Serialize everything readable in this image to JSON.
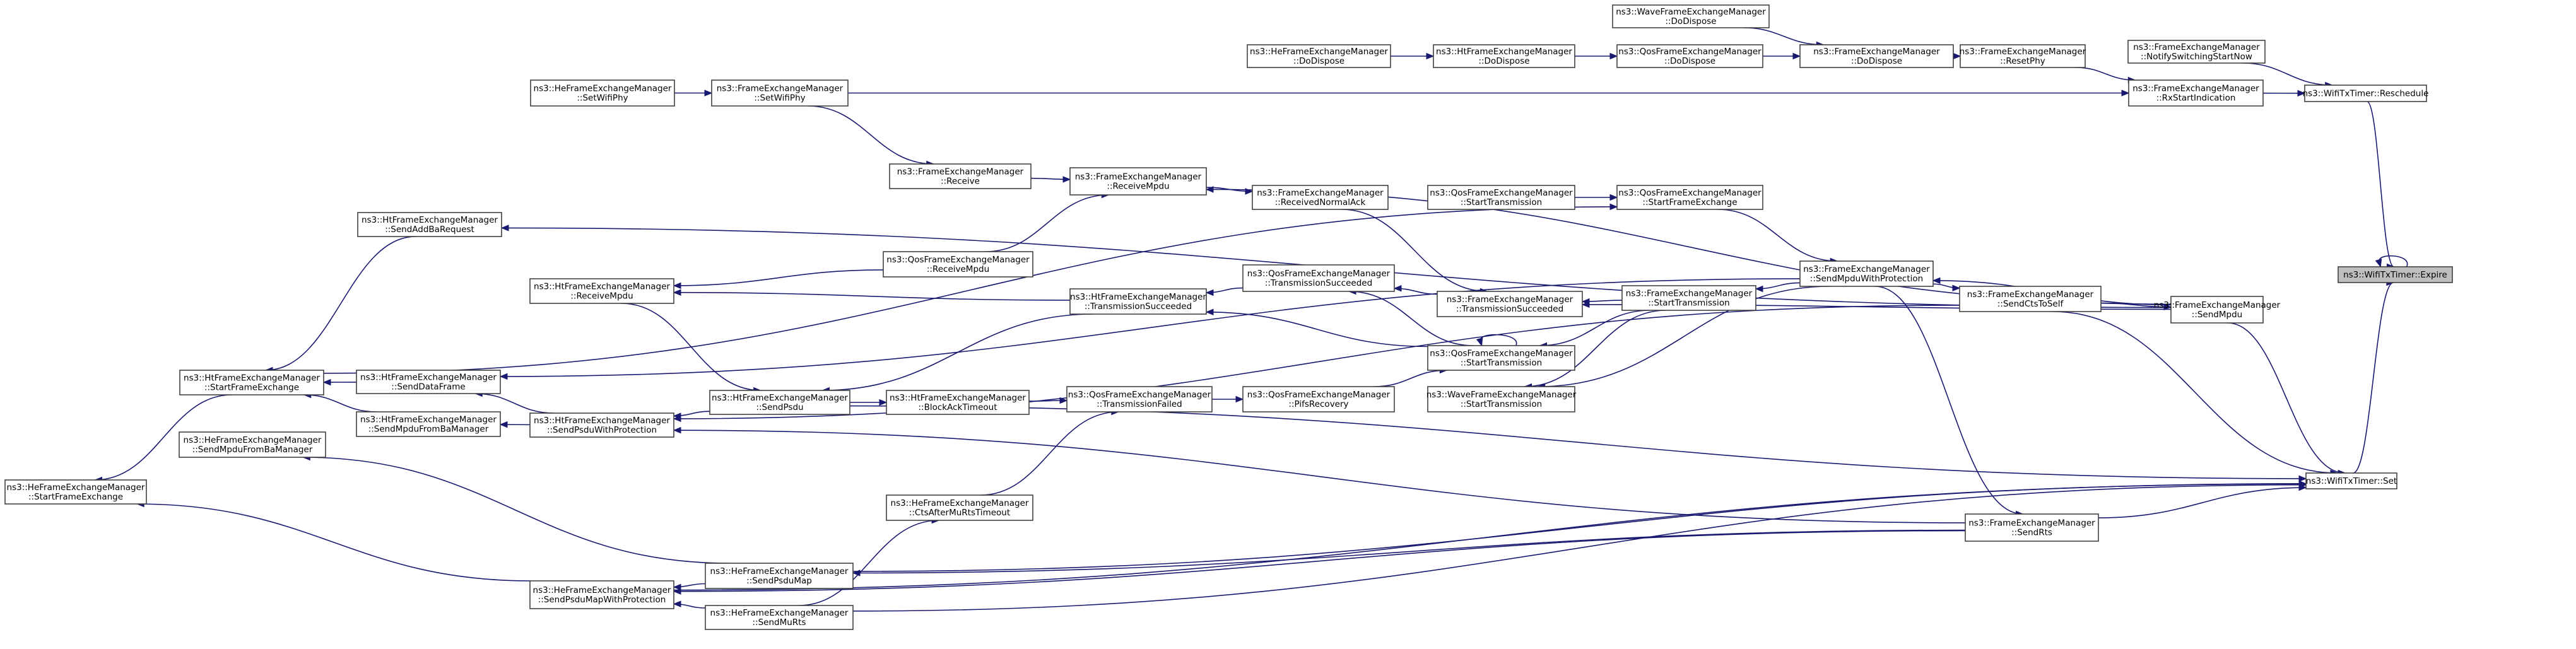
{
  "diagram": {
    "edge_color": "#191970",
    "focus_fill": "#bfbfbf",
    "nodes": [
      {
        "id": "expire",
        "lines": [
          "ns3::WifiTxTimer::Expire"
        ],
        "focus": true
      },
      {
        "id": "reschedule",
        "lines": [
          "ns3::WifiTxTimer::Reschedule"
        ]
      },
      {
        "id": "set",
        "lines": [
          "ns3::WifiTxTimer::Set"
        ]
      },
      {
        "id": "notifySwitching",
        "lines": [
          "ns3::FrameExchangeManager",
          "::NotifySwitchingStartNow"
        ]
      },
      {
        "id": "rxStart",
        "lines": [
          "ns3::FrameExchangeManager",
          "::RxStartIndication"
        ]
      },
      {
        "id": "fem_sendMpdu",
        "lines": [
          "ns3::FrameExchangeManager",
          "::SendMpdu"
        ]
      },
      {
        "id": "fem_resetPhy",
        "lines": [
          "ns3::FrameExchangeManager",
          "::ResetPhy"
        ]
      },
      {
        "id": "fem_doDispose",
        "lines": [
          "ns3::FrameExchangeManager",
          "::DoDispose"
        ]
      },
      {
        "id": "wave_doDispose",
        "lines": [
          "ns3::WaveFrameExchangeManager",
          "::DoDispose"
        ]
      },
      {
        "id": "qos_doDispose",
        "lines": [
          "ns3::QosFrameExchangeManager",
          "::DoDispose"
        ]
      },
      {
        "id": "ht_doDispose",
        "lines": [
          "ns3::HtFrameExchangeManager",
          "::DoDispose"
        ]
      },
      {
        "id": "he_doDispose",
        "lines": [
          "ns3::HeFrameExchangeManager",
          "::DoDispose"
        ]
      },
      {
        "id": "fem_setWifiPhy",
        "lines": [
          "ns3::FrameExchangeManager",
          "::SetWifiPhy"
        ]
      },
      {
        "id": "he_setWifiPhy",
        "lines": [
          "ns3::HeFrameExchangeManager",
          "::SetWifiPhy"
        ]
      },
      {
        "id": "fem_receive",
        "lines": [
          "ns3::FrameExchangeManager",
          "::Receive"
        ]
      },
      {
        "id": "fem_receiveMpdu",
        "lines": [
          "ns3::FrameExchangeManager",
          "::ReceiveMpdu"
        ]
      },
      {
        "id": "fem_receivedNormalAck",
        "lines": [
          "ns3::FrameExchangeManager",
          "::ReceivedNormalAck"
        ]
      },
      {
        "id": "qos_startTx_a",
        "lines": [
          "ns3::QosFrameExchangeManager",
          "::StartTransmission"
        ]
      },
      {
        "id": "qos_startFrameExchange",
        "lines": [
          "ns3::QosFrameExchangeManager",
          "::StartFrameExchange"
        ]
      },
      {
        "id": "fem_sendMpduWithProtection",
        "lines": [
          "ns3::FrameExchangeManager",
          "::SendMpduWithProtection"
        ]
      },
      {
        "id": "fem_sendCtsToSelf",
        "lines": [
          "ns3::FrameExchangeManager",
          "::SendCtsToSelf"
        ]
      },
      {
        "id": "fem_sendRts",
        "lines": [
          "ns3::FrameExchangeManager",
          "::SendRts"
        ]
      },
      {
        "id": "fem_txSucceeded",
        "lines": [
          "ns3::FrameExchangeManager",
          "::TransmissionSucceeded"
        ]
      },
      {
        "id": "fem_startTx",
        "lines": [
          "ns3::FrameExchangeManager",
          "::StartTransmission"
        ]
      },
      {
        "id": "qos_txSucceeded",
        "lines": [
          "ns3::QosFrameExchangeManager",
          "::TransmissionSucceeded"
        ]
      },
      {
        "id": "qos_startTx_b",
        "lines": [
          "ns3::QosFrameExchangeManager",
          "::StartTransmission"
        ]
      },
      {
        "id": "qos_pifsRecovery",
        "lines": [
          "ns3::QosFrameExchangeManager",
          "::PifsRecovery"
        ]
      },
      {
        "id": "wave_startTx",
        "lines": [
          "ns3::WaveFrameExchangeManager",
          "::StartTransmission"
        ]
      },
      {
        "id": "qos_receiveMpdu",
        "lines": [
          "ns3::QosFrameExchangeManager",
          "::ReceiveMpdu"
        ]
      },
      {
        "id": "ht_txSucceeded",
        "lines": [
          "ns3::HtFrameExchangeManager",
          "::TransmissionSucceeded"
        ]
      },
      {
        "id": "qos_txFailed",
        "lines": [
          "ns3::QosFrameExchangeManager",
          "::TransmissionFailed"
        ]
      },
      {
        "id": "ht_blockAckTimeout",
        "lines": [
          "ns3::HtFrameExchangeManager",
          "::BlockAckTimeout"
        ]
      },
      {
        "id": "ht_sendPsdu",
        "lines": [
          "ns3::HtFrameExchangeManager",
          "::SendPsdu"
        ]
      },
      {
        "id": "he_ctsAfterMuRtsTimeout",
        "lines": [
          "ns3::HeFrameExchangeManager",
          "::CtsAfterMuRtsTimeout"
        ]
      },
      {
        "id": "he_sendPsduMap",
        "lines": [
          "ns3::HeFrameExchangeManager",
          "::SendPsduMap"
        ]
      },
      {
        "id": "he_sendMuRts",
        "lines": [
          "ns3::HeFrameExchangeManager",
          "::SendMuRts"
        ]
      },
      {
        "id": "ht_receiveMpdu",
        "lines": [
          "ns3::HtFrameExchangeManager",
          "::ReceiveMpdu"
        ]
      },
      {
        "id": "ht_sendPsduWithProtection",
        "lines": [
          "ns3::HtFrameExchangeManager",
          "::SendPsduWithProtection"
        ]
      },
      {
        "id": "he_sendPsduMapWithProtection",
        "lines": [
          "ns3::HeFrameExchangeManager",
          "::SendPsduMapWithProtection"
        ]
      },
      {
        "id": "ht_sendAddBaRequest",
        "lines": [
          "ns3::HtFrameExchangeManager",
          "::SendAddBaRequest"
        ]
      },
      {
        "id": "ht_sendDataFrame",
        "lines": [
          "ns3::HtFrameExchangeManager",
          "::SendDataFrame"
        ]
      },
      {
        "id": "ht_sendMpduFromBaManager",
        "lines": [
          "ns3::HtFrameExchangeManager",
          "::SendMpduFromBaManager"
        ]
      },
      {
        "id": "ht_startFrameExchange",
        "lines": [
          "ns3::HtFrameExchangeManager",
          "::StartFrameExchange"
        ]
      },
      {
        "id": "he_sendMpduFromBaManager",
        "lines": [
          "ns3::HeFrameExchangeManager",
          "::SendMpduFromBaManager"
        ]
      },
      {
        "id": "he_startFrameExchange",
        "lines": [
          "ns3::HeFrameExchangeManager",
          "::StartFrameExchange"
        ]
      }
    ],
    "edges": [
      [
        "reschedule",
        "expire"
      ],
      [
        "set",
        "expire"
      ],
      [
        "expire",
        "expire"
      ],
      [
        "notifySwitching",
        "reschedule"
      ],
      [
        "rxStart",
        "reschedule"
      ],
      [
        "fem_resetPhy",
        "rxStart"
      ],
      [
        "fem_setWifiPhy",
        "rxStart"
      ],
      [
        "fem_doDispose",
        "fem_resetPhy"
      ],
      [
        "wave_doDispose",
        "fem_doDispose"
      ],
      [
        "qos_doDispose",
        "fem_doDispose"
      ],
      [
        "ht_doDispose",
        "qos_doDispose"
      ],
      [
        "he_doDispose",
        "ht_doDispose"
      ],
      [
        "he_setWifiPhy",
        "fem_setWifiPhy"
      ],
      [
        "fem_setWifiPhy",
        "fem_receive"
      ],
      [
        "fem_receive",
        "fem_receiveMpdu"
      ],
      [
        "qos_receiveMpdu",
        "fem_receiveMpdu"
      ],
      [
        "fem_receiveMpdu",
        "fem_receivedNormalAck"
      ],
      [
        "fem_receivedNormalAck",
        "fem_txSucceeded"
      ],
      [
        "qos_startTx_a",
        "qos_startFrameExchange"
      ],
      [
        "qos_startFrameExchange",
        "fem_sendMpduWithProtection"
      ],
      [
        "fem_sendMpdu",
        "set"
      ],
      [
        "fem_sendMpdu",
        "fem_receiveMpdu"
      ],
      [
        "fem_sendMpdu",
        "fem_sendMpduWithProtection"
      ],
      [
        "fem_sendMpdu",
        "ht_sendAddBaRequest"
      ],
      [
        "fem_sendMpdu",
        "fem_txSucceeded"
      ],
      [
        "fem_sendCtsToSelf",
        "fem_sendMpdu"
      ],
      [
        "fem_sendCtsToSelf",
        "set"
      ],
      [
        "fem_sendCtsToSelf",
        "ht_sendPsduWithProtection"
      ],
      [
        "fem_sendMpduWithProtection",
        "fem_sendCtsToSelf"
      ],
      [
        "fem_sendMpduWithProtection",
        "fem_startTx"
      ],
      [
        "fem_sendMpduWithProtection",
        "wave_startTx"
      ],
      [
        "fem_sendMpduWithProtection",
        "ht_sendDataFrame"
      ],
      [
        "fem_sendMpduWithProtection",
        "fem_sendRts"
      ],
      [
        "fem_sendRts",
        "set"
      ],
      [
        "fem_sendRts",
        "ht_sendPsduWithProtection"
      ],
      [
        "fem_sendRts",
        "he_sendPsduMapWithProtection"
      ],
      [
        "fem_sendRts",
        "he_sendPsduMap"
      ],
      [
        "fem_startTx",
        "fem_txSucceeded"
      ],
      [
        "fem_startTx",
        "qos_startTx_b"
      ],
      [
        "fem_startTx",
        "wave_startTx"
      ],
      [
        "fem_txSucceeded",
        "qos_txSucceeded"
      ],
      [
        "qos_txSucceeded",
        "ht_txSucceeded"
      ],
      [
        "qos_startTx_b",
        "qos_startTx_b"
      ],
      [
        "qos_startTx_b",
        "qos_txSucceeded"
      ],
      [
        "qos_startTx_b",
        "ht_txSucceeded"
      ],
      [
        "qos_pifsRecovery",
        "qos_startTx_b"
      ],
      [
        "qos_txFailed",
        "qos_pifsRecovery"
      ],
      [
        "ht_txSucceeded",
        "ht_sendPsdu"
      ],
      [
        "ht_txSucceeded",
        "ht_receiveMpdu"
      ],
      [
        "ht_blockAckTimeout",
        "qos_txFailed"
      ],
      [
        "he_ctsAfterMuRtsTimeout",
        "qos_txFailed"
      ],
      [
        "ht_sendPsdu",
        "ht_blockAckTimeout"
      ],
      [
        "ht_sendPsdu",
        "ht_sendPsduWithProtection"
      ],
      [
        "ht_sendPsdu",
        "set"
      ],
      [
        "ht_receiveMpdu",
        "ht_sendPsdu"
      ],
      [
        "qos_receiveMpdu",
        "ht_receiveMpdu"
      ],
      [
        "he_sendMuRts",
        "he_ctsAfterMuRtsTimeout"
      ],
      [
        "he_sendMuRts",
        "set"
      ],
      [
        "he_sendPsduMap",
        "set"
      ],
      [
        "he_sendPsduMap",
        "he_sendPsduMapWithProtection"
      ],
      [
        "he_sendMuRts",
        "he_sendPsduMapWithProtection"
      ],
      [
        "he_sendPsduMapWithProtection",
        "set"
      ],
      [
        "he_sendPsduMap",
        "he_sendMpduFromBaManager"
      ],
      [
        "ht_sendPsduWithProtection",
        "ht_sendDataFrame"
      ],
      [
        "ht_sendPsduWithProtection",
        "ht_sendMpduFromBaManager"
      ],
      [
        "ht_sendMpduFromBaManager",
        "ht_startFrameExchange"
      ],
      [
        "ht_sendDataFrame",
        "ht_startFrameExchange"
      ],
      [
        "ht_sendAddBaRequest",
        "ht_startFrameExchange"
      ],
      [
        "ht_startFrameExchange",
        "qos_startFrameExchange"
      ],
      [
        "ht_startFrameExchange",
        "he_startFrameExchange"
      ],
      [
        "he_sendPsduMapWithProtection",
        "he_startFrameExchange"
      ]
    ]
  }
}
